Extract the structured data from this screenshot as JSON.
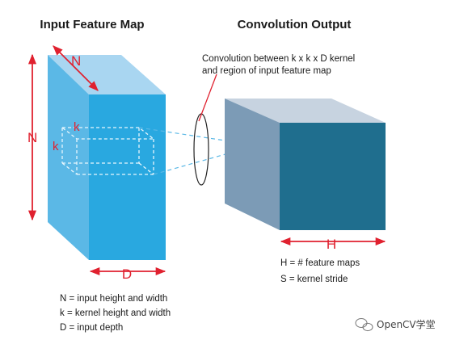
{
  "titles": {
    "input": "Input Feature Map",
    "output": "Convolution Output"
  },
  "callout": {
    "line1": "Convolution between k x k x D kernel",
    "line2": "and region of input feature map"
  },
  "dimensions": {
    "n_top": "N",
    "n_left": "N",
    "d": "D",
    "k_top": "k",
    "k_left": "k",
    "h": "H"
  },
  "legend_left": [
    "N = input height and width",
    "k = kernel height and width",
    "D = input depth"
  ],
  "legend_right": [
    "H = # feature maps",
    "S = kernel stride"
  ],
  "watermark": "OpenCV学堂",
  "colors": {
    "input_front": "#29a8e0",
    "input_side": "#5bb8e6",
    "input_top": "#a9d6f1",
    "output_front": "#1f6e8e",
    "output_side": "#7c9bb6",
    "output_top": "#c7d3e0",
    "arrow_red": "#e0212f"
  }
}
